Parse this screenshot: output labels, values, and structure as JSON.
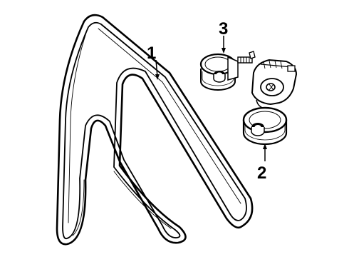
{
  "diagram": {
    "callouts": [
      {
        "id": "belt",
        "label": "1"
      },
      {
        "id": "tensioner",
        "label": "2"
      },
      {
        "id": "idler-pulley",
        "label": "3"
      }
    ]
  }
}
